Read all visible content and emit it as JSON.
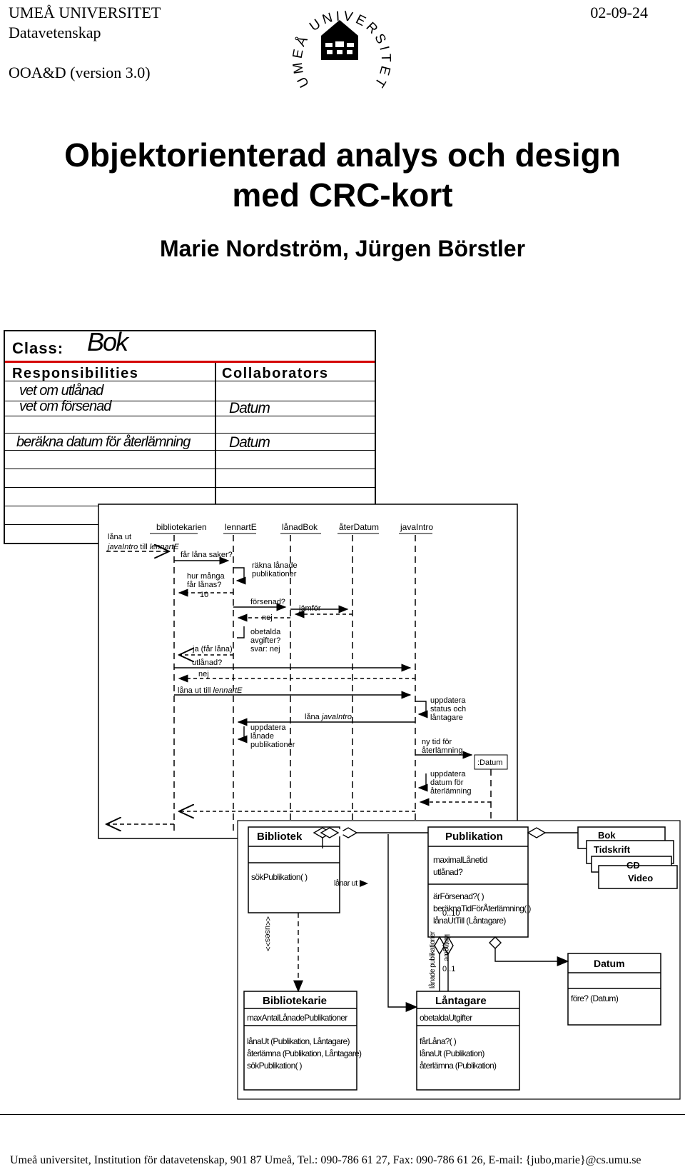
{
  "header": {
    "university": "UMEÅ UNIVERSITET",
    "department": "Datavetenskap",
    "course": "OOA&D (version 3.0)",
    "date": "02-09-24",
    "seal_text": "UMEÅ UNIVERSITET"
  },
  "title_line1": "Objektorienterad analys och design",
  "title_line2": "med CRC-kort",
  "authors": "Marie Nordström, Jürgen Börstler",
  "crc_card": {
    "class_label": "Class:",
    "class_name": "Bok",
    "resp_header": "Responsibilities",
    "collab_header": "Collaborators",
    "responsibilities": [
      "vet om utlånad",
      "vet om försenad",
      "beräkna datum för återlämning"
    ],
    "collaborators": [
      "Datum",
      "Datum"
    ]
  },
  "sequence": {
    "lifelines": [
      "bibliotekarien",
      "lennartE",
      "lånadBok",
      "återDatum",
      "javaIntro"
    ],
    "trigger_line1": "låna ut",
    "trigger_italic": "javaIntro",
    "trigger_mid": " till ",
    "trigger_italic2": "lennartE",
    "msg_far_lana": "får låna saker?",
    "msg_hur_manga_1": "hur många",
    "msg_hur_manga_2": "får lånas?",
    "msg_10": "10",
    "msg_rakna_1": "räkna lånade",
    "msg_rakna_2": "publikationer",
    "msg_forsenad": "försenad?",
    "msg_nej1": "nej",
    "msg_jamfor": "jämför",
    "msg_obetalda_1": "obetalda",
    "msg_obetalda_2": "avgifter?",
    "msg_obetalda_3": "svar: nej",
    "msg_ja": "ja (får låna)",
    "msg_utlanad": "utlånad?",
    "msg_nej2": "nej",
    "msg_lana_ut_pre": "låna ut till ",
    "msg_lana_ut_it": "lennartE",
    "msg_lana_pre": "låna ",
    "msg_lana_it": "javaIntro",
    "msg_uppd_lan_1": "uppdatera",
    "msg_uppd_lan_2": "lånade",
    "msg_uppd_lan_3": "publikationer",
    "msg_uppd_stat_1": "uppdatera",
    "msg_uppd_stat_2": "status och",
    "msg_uppd_stat_3": "låntagare",
    "msg_ny_tid_1": "ny    tid    för",
    "msg_ny_tid_2": "återlämning",
    "datum_obj": ":Datum",
    "msg_uppd_dat_1": "uppdatera",
    "msg_uppd_dat_2": "datum för",
    "msg_uppd_dat_3": "återlämning"
  },
  "class_diagram": {
    "bibliotek": {
      "name": "Bibliotek",
      "op": "sökPublikation( )"
    },
    "publikation": {
      "name": "Publikation",
      "attr1": "maximalLånetid",
      "attr2": "utlånad?",
      "op1": "ärFörsenad?( )",
      "op2": "beräknaTidFörÅterlämning( )",
      "op3": "lånaUtTill (Låntagare)"
    },
    "subclasses": [
      "Bok",
      "Tidskrift",
      "CD",
      "Video"
    ],
    "datum": {
      "name": "Datum",
      "op": "före? (Datum)"
    },
    "bibliotekarie": {
      "name": "Bibliotekarie",
      "attr": "maxAntalLånadePublikationer",
      "op1": "lånaUt (Publikation, Låntagare)",
      "op2": "återlämna (Publikation, Låntagare)",
      "op3": "sökPublikation( )"
    },
    "lantagare": {
      "name": "Låntagare",
      "attr": "obetaldaUtgifter",
      "op1": "fårLåna?( )",
      "op2": "lånaUt (Publikation)",
      "op3": "återlämna (Publikation)"
    },
    "uses_label": "<<uses>>",
    "lanar_ut": "lånar ut",
    "mult_top": "0..10",
    "mult_bottom": "0..1",
    "role1": "lånade publikationer",
    "role2": "låntagare"
  },
  "footer": "Umeå universitet, Institution för datavetenskap, 901 87 Umeå, Tel.: 090-786 61 27, Fax: 090-786 61 26, E-mail: {jubo,marie}@cs.umu.se"
}
